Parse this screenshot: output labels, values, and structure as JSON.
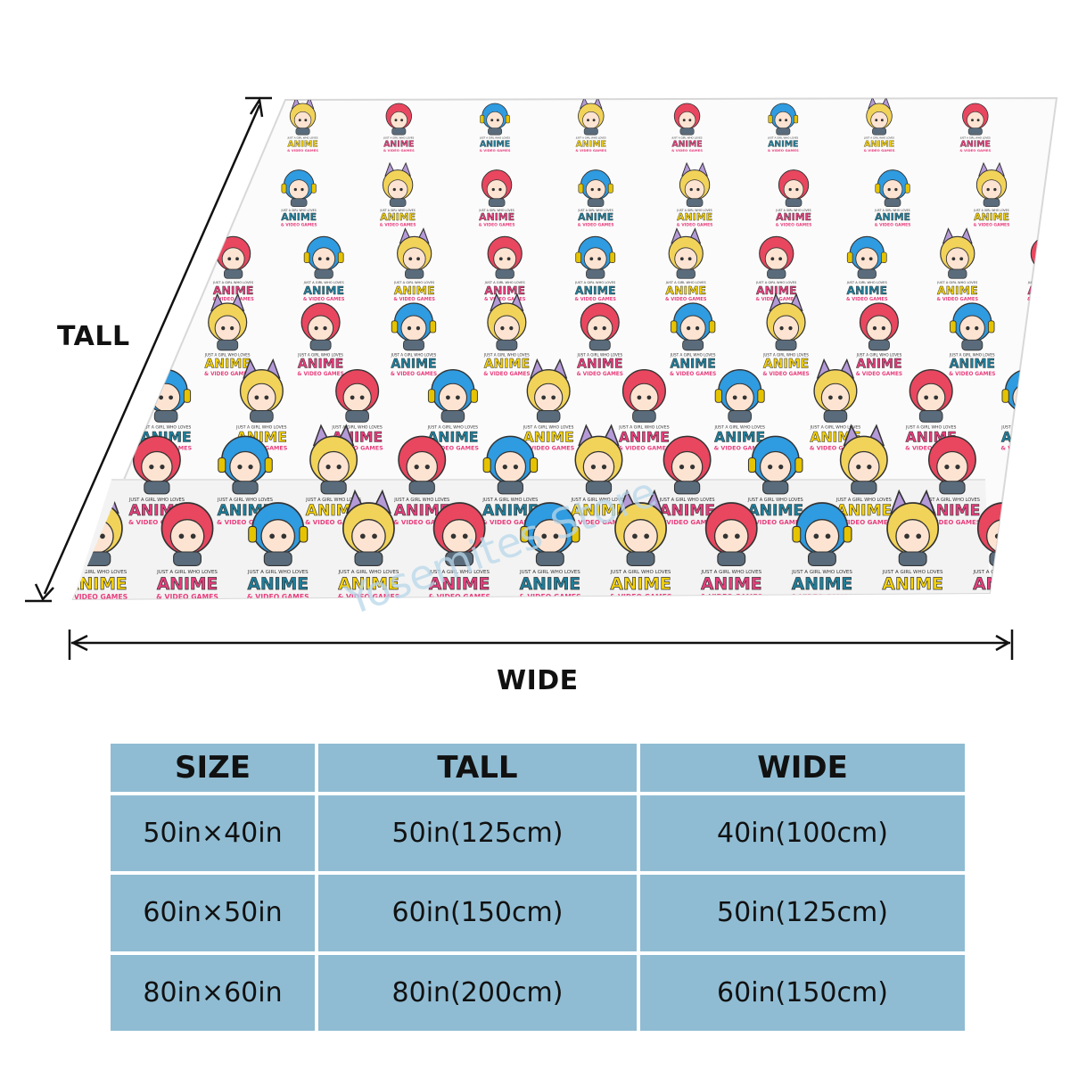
{
  "product": {
    "print_lines": [
      "JUST A GIRL WHO LOVES",
      "ANIME",
      "& VIDEO GAMES"
    ],
    "watermark": "Yosemites Store"
  },
  "dimensions": {
    "tall_label": "TALL",
    "wide_label": "WIDE"
  },
  "size_table": {
    "headers": [
      "SIZE",
      "TALL",
      "WIDE"
    ],
    "rows": [
      [
        "50in×40in",
        "50in(125cm)",
        "40in(100cm)"
      ],
      [
        "60in×50in",
        "60in(150cm)",
        "50in(125cm)"
      ],
      [
        "80in×60in",
        "80in(200cm)",
        "60in(150cm)"
      ]
    ]
  },
  "colors": {
    "table_cell": "#8fbcd3",
    "hair_pink": "#e8475f",
    "hair_blue": "#2f9be0",
    "hair_blonde": "#f2d35a",
    "cat_ears": "#b59ad8",
    "text_yellow": "#f5d20a",
    "text_teal": "#1f7f9c",
    "text_pink": "#e83e7d"
  }
}
